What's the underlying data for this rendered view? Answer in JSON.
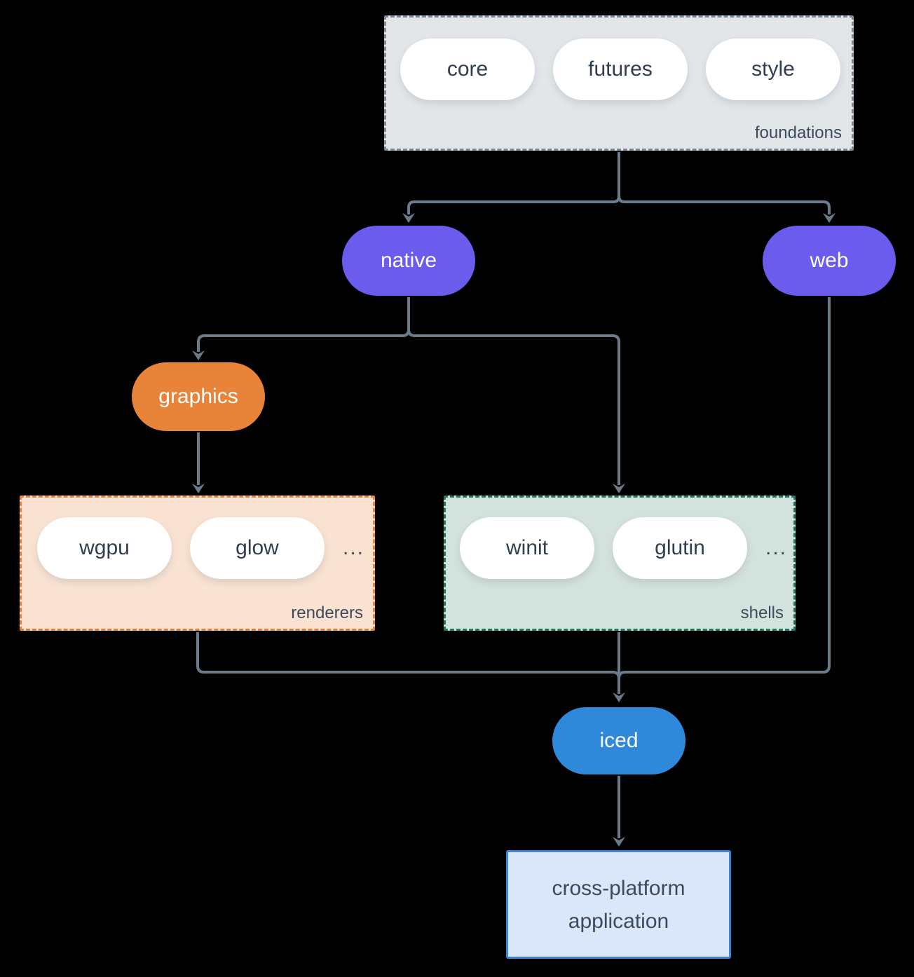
{
  "colors": {
    "bg": "#000000",
    "edge": "#6b7b8b",
    "purple": "#6c5cee",
    "orange": "#e8833a",
    "blue": "#2e89db",
    "foundations-fill": "#e2e6e9",
    "foundations-border": "#7e8c9c",
    "renderers-fill": "#f9e2d2",
    "renderers-border": "#e8833a",
    "shells-fill": "#d3e2dc",
    "shells-border": "#1f7a67",
    "app-fill": "#d9e7f8",
    "app-border": "#3a86d2",
    "pill-fill": "#ffffff",
    "dark-text": "#2f3e50",
    "label-text": "#3c4a5c",
    "light-text": "#ffffff"
  },
  "groups": {
    "foundations": {
      "label": "foundations",
      "items": [
        "core",
        "futures",
        "style"
      ]
    },
    "renderers": {
      "label": "renderers",
      "items": [
        "wgpu",
        "glow"
      ],
      "more": "..."
    },
    "shells": {
      "label": "shells",
      "items": [
        "winit",
        "glutin"
      ],
      "more": "..."
    }
  },
  "nodes": {
    "native": {
      "label": "native"
    },
    "web": {
      "label": "web"
    },
    "graphics": {
      "label": "graphics"
    },
    "iced": {
      "label": "iced"
    },
    "application": {
      "label": "cross-platform application"
    }
  }
}
